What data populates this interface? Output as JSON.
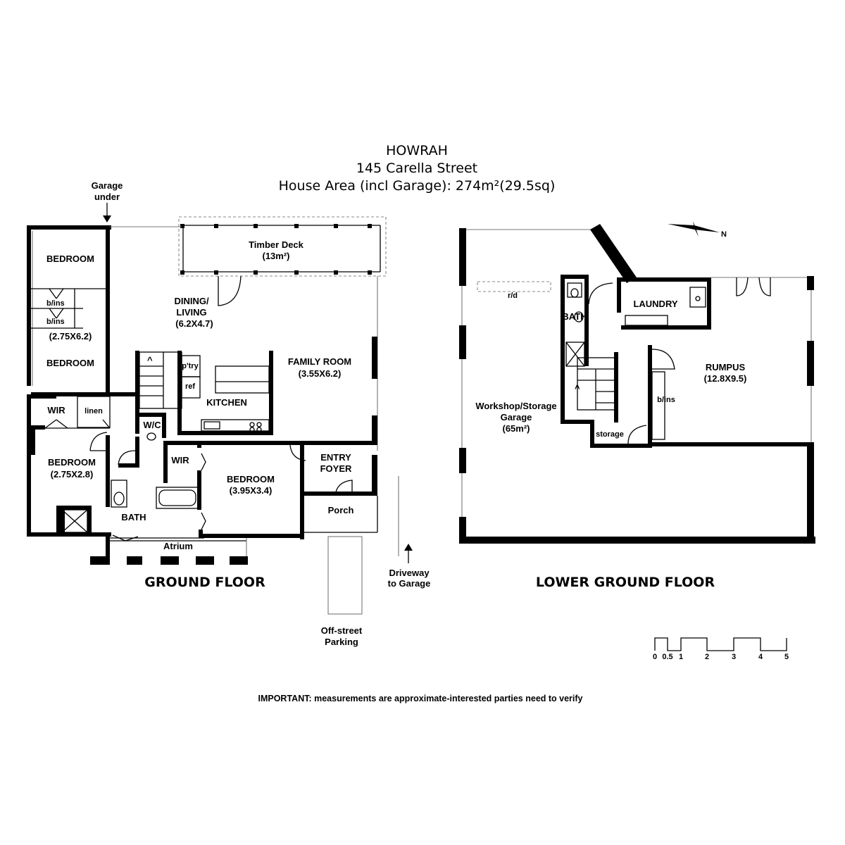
{
  "header": {
    "suburb": "HOWRAH",
    "address": "145 Carella Street",
    "area": "House Area (incl Garage): 274m²(29.5sq)"
  },
  "ground_floor": {
    "title": "GROUND FLOOR",
    "garage_under": [
      "Garage",
      "under"
    ],
    "timber_deck": [
      "Timber Deck",
      "(13m²)"
    ],
    "bedroom_top": "BEDROOM",
    "bins_1": "b/ins",
    "bins_2": "b/ins",
    "bedroom_dims_1": "(2.75X6.2)",
    "bedroom_mid": "BEDROOM",
    "dining": [
      "DINING/",
      "LIVING",
      "(6.2X4.7)"
    ],
    "family": [
      "FAMILY ROOM",
      "(3.55X6.2)"
    ],
    "pantry": "p'try",
    "ref": "ref",
    "kitchen": "KITCHEN",
    "wir_left": "WIR",
    "linen": "linen",
    "wc": "W/C",
    "bedroom_left": [
      "BEDROOM",
      "(2.75X2.8)"
    ],
    "wir_mid": "WIR",
    "bedroom_main": [
      "BEDROOM",
      "(3.95X3.4)"
    ],
    "entry": [
      "ENTRY",
      "FOYER"
    ],
    "porch": "Porch",
    "bath": "BATH",
    "atrium": "Atrium",
    "stair_arrow": "^",
    "driveway": [
      "Driveway",
      "to Garage"
    ],
    "parking": [
      "Off-street",
      "Parking"
    ]
  },
  "lower_floor": {
    "title": "LOWER GROUND FLOOR",
    "rd": "r/d",
    "bath": "BATH",
    "laundry": "LAUNDRY",
    "rumpus": [
      "RUMPUS",
      "(12.8X9.5)"
    ],
    "workshop": [
      "Workshop/Storage",
      "Garage",
      "(65m²)"
    ],
    "bins": "b/ins",
    "storage": "storage",
    "stair_arrow": "^",
    "north": "N"
  },
  "scale_bar": {
    "ticks": [
      "0",
      "0.5",
      "1",
      "2",
      "3",
      "4",
      "5"
    ]
  },
  "footer": {
    "note": "IMPORTANT: measurements are approximate-interested parties need to verify"
  }
}
